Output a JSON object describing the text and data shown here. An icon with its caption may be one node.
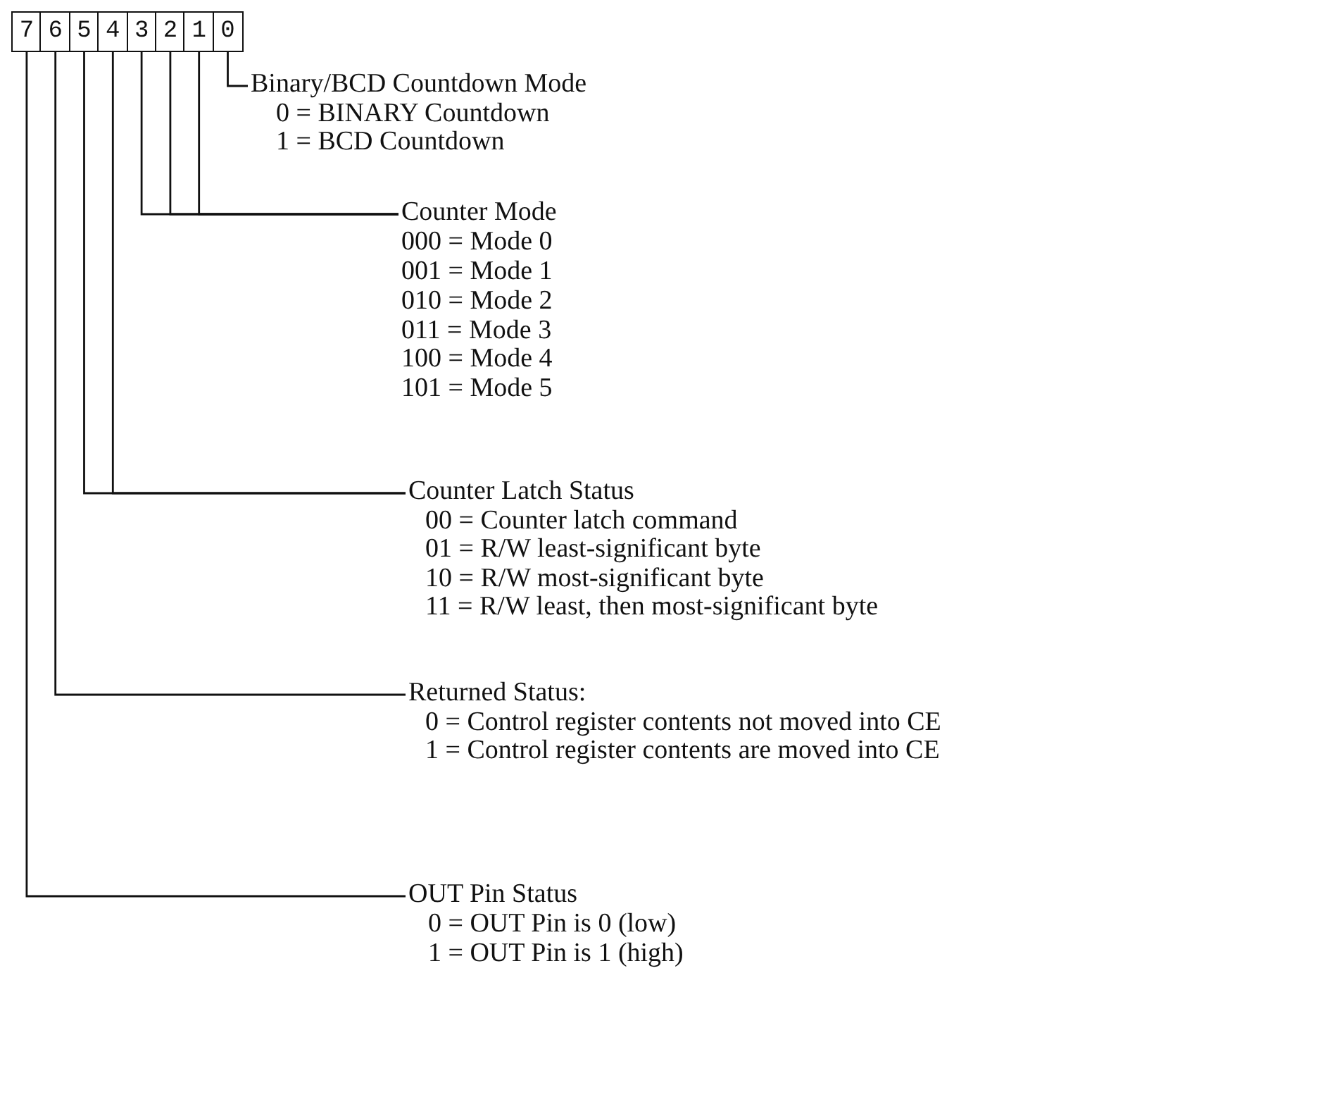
{
  "diagram": {
    "nodes": [
      {
        "text": [
          "7"
        ]
      },
      {
        "text": [
          "6"
        ]
      },
      {
        "text": [
          "5"
        ]
      },
      {
        "text": [
          "4"
        ]
      },
      {
        "text": [
          "3"
        ]
      },
      {
        "text": [
          "2"
        ]
      },
      {
        "text": [
          "1"
        ]
      },
      {
        "text": [
          "0"
        ]
      },
      {
        "text": [
          "Binary/BCD Countdown Mode",
          "0 = BINARY Countdown",
          "1 = BCD Countdown"
        ]
      },
      {
        "text": [
          "Counter Mode",
          "000 = Mode 0",
          "001 = Mode 1",
          "010 = Mode 2",
          "011 = Mode 3",
          "100 = Mode 4",
          "101 = Mode 5"
        ]
      },
      {
        "text": [
          "Counter Latch Status",
          "00 = Counter latch command",
          "01 = R/W least-significant byte",
          "10 = R/W most-significant byte",
          "11 = R/W least, then most-significant byte"
        ]
      },
      {
        "text": [
          "Returned Status:",
          "0 = Control register contents not moved into CE",
          "1 = Control register contents are moved into CE"
        ]
      },
      {
        "text": [
          "OUT Pin Status",
          "0 = OUT Pin is 0 (low)",
          "1 = OUT Pin is 1 (high)"
        ]
      }
    ],
    "edges": [
      {
        "from": 7,
        "to": 8,
        "arrow": "none"
      },
      {
        "from": 4,
        "to": 9,
        "arrow": "none"
      },
      {
        "from": 5,
        "to": 9,
        "arrow": "none"
      },
      {
        "from": 6,
        "to": 9,
        "arrow": "none"
      },
      {
        "from": 2,
        "to": 10,
        "arrow": "none"
      },
      {
        "from": 3,
        "to": 10,
        "arrow": "none"
      },
      {
        "from": 1,
        "to": 11,
        "arrow": "none"
      },
      {
        "from": 0,
        "to": 12,
        "arrow": "none"
      }
    ]
  }
}
